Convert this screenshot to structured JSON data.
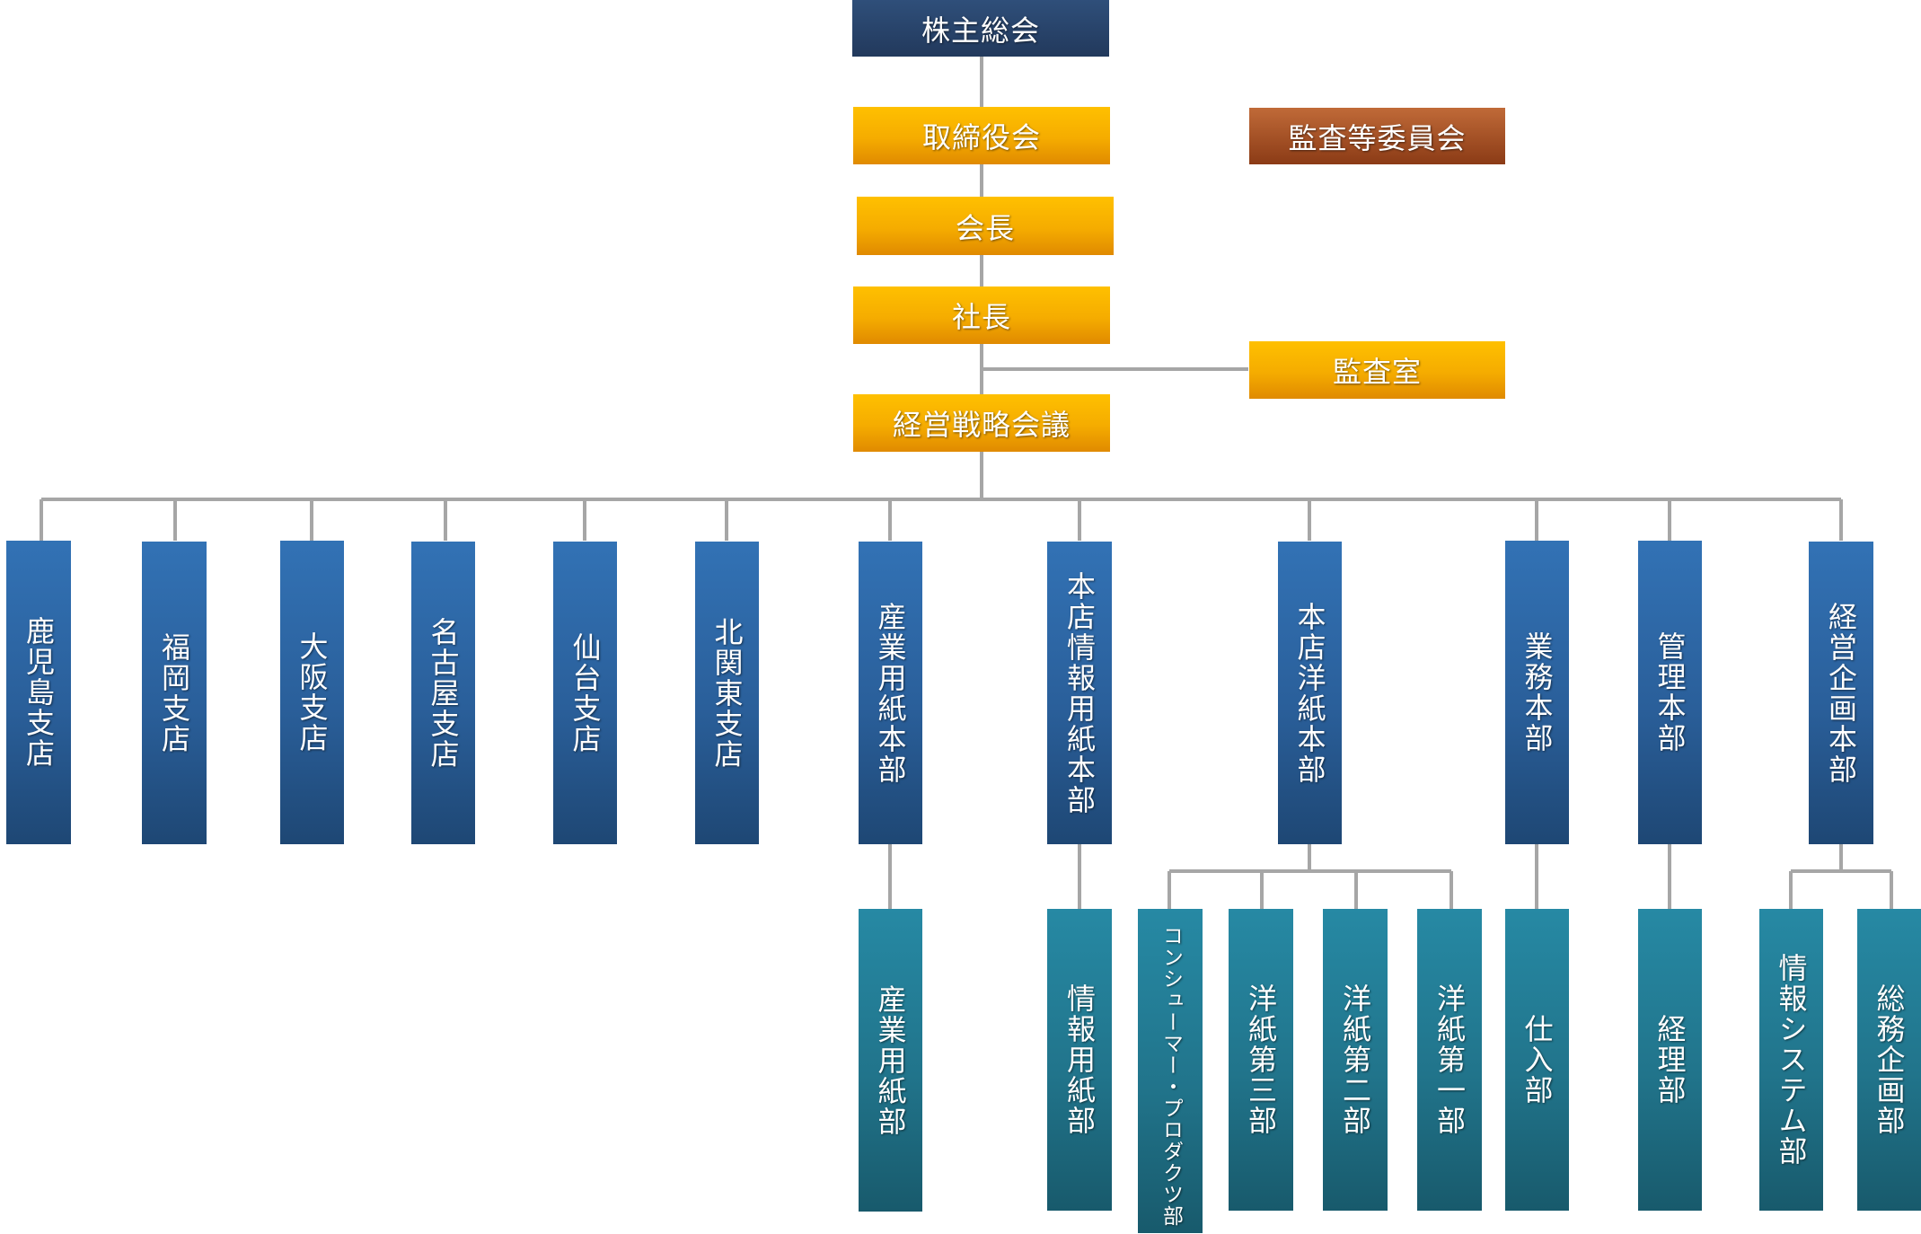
{
  "top": {
    "shareholders": "株主総会",
    "board": "取締役会",
    "audit_committee": "監査等委員会",
    "chairman": "会長",
    "president": "社長",
    "audit_office": "監査室",
    "strategy_meeting": "経営戦略会議"
  },
  "divisions": [
    "鹿児島支店",
    "福岡支店",
    "大阪支店",
    "名古屋支店",
    "仙台支店",
    "北関東支店",
    "産業用紙本部",
    "本店情報用紙本部",
    "本店洋紙本部",
    "業務本部",
    "管理本部",
    "経営企画本部"
  ],
  "departments": [
    "産業用紙部",
    "情報用紙部",
    "コンシューマー・プロダクツ部",
    "洋紙第三部",
    "洋紙第二部",
    "洋紙第一部",
    "仕入部",
    "経理部",
    "情報システム部",
    "総務企画部"
  ],
  "colors": {
    "navy": "#2b4a73",
    "orange": "#f5ac00",
    "brown": "#a5522a",
    "blue": "#2a5f9a",
    "teal": "#21748b",
    "line": "#a6a6a6"
  }
}
